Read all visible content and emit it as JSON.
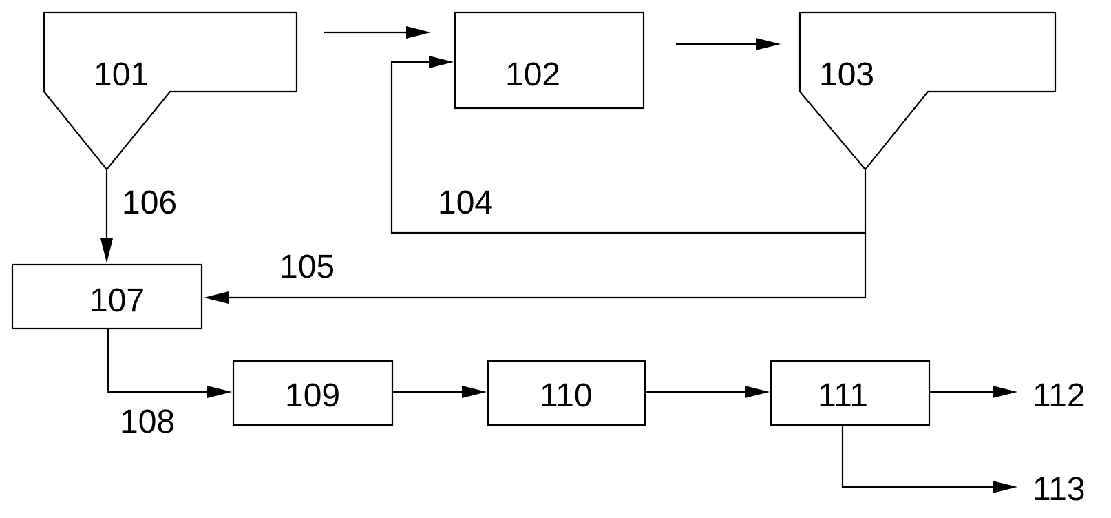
{
  "nodes": {
    "n101": "101",
    "n102": "102",
    "n103": "103",
    "n107": "107",
    "n109": "109",
    "n110": "110",
    "n111": "111"
  },
  "streams": {
    "s104": "104",
    "s105": "105",
    "s106": "106",
    "s108": "108",
    "s112": "112",
    "s113": "113"
  }
}
